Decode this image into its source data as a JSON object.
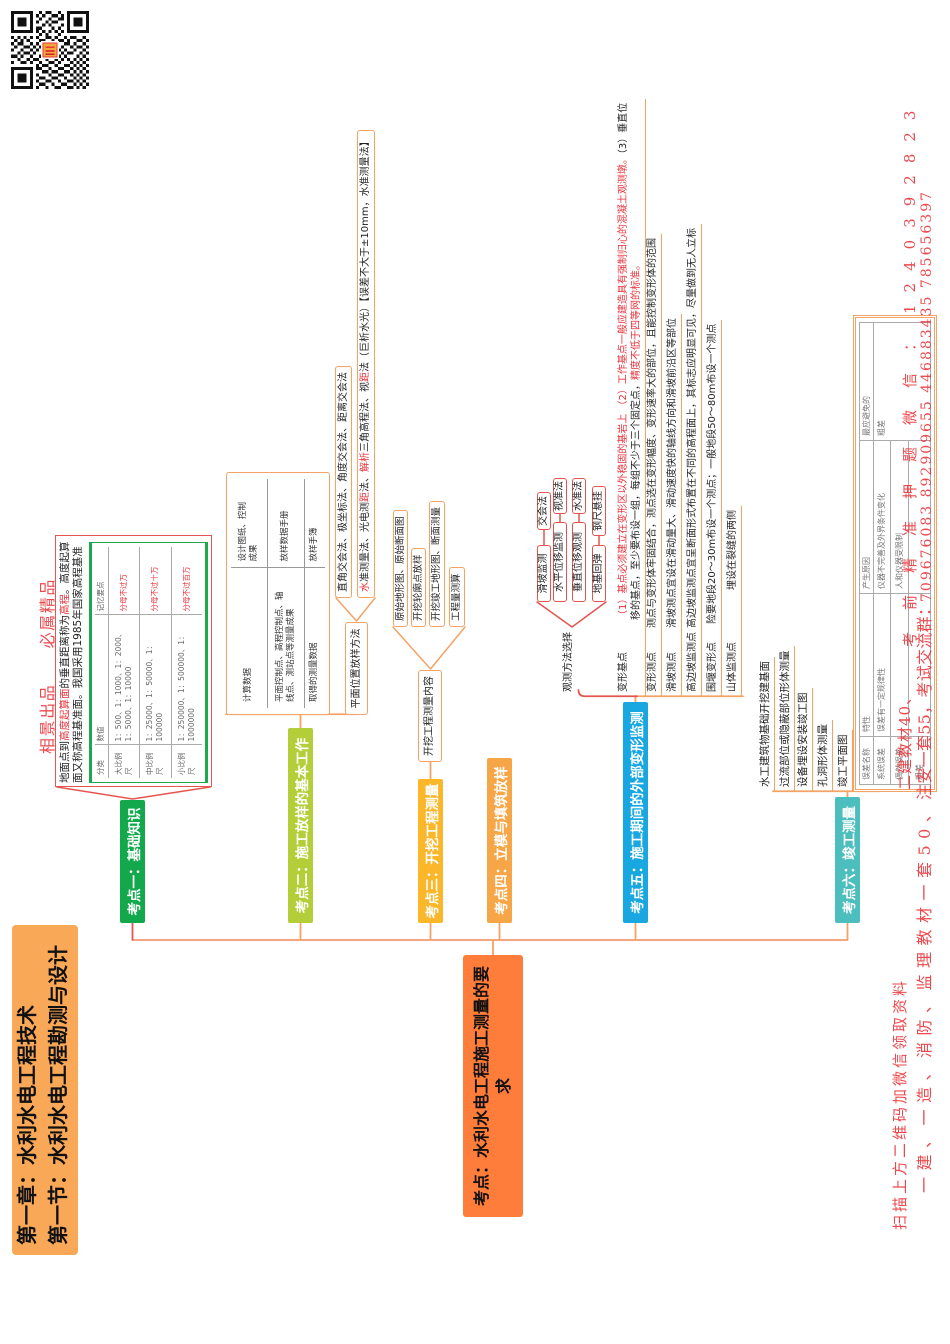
{
  "colors": {
    "title": "#F9A857",
    "central": "#FF7D3B",
    "point1": "#14A84C",
    "point2": "#B4CE3A",
    "point3": "#FBB629",
    "point4": "#F7A647",
    "point5": "#19A7E1",
    "point6": "#4DBEBE",
    "connector_orange": "#F5A265",
    "connector_red": "#E5554F",
    "highlight_red": "#E8313A",
    "table_green": "#1EA84E",
    "watermark_red": "#EA3A40"
  },
  "title": {
    "chapter": "第一章：水利水电工程技术",
    "section": "第一节：水利水电工程勘测与设计"
  },
  "central_topic": "考点：水利水电工程施工测量的要求",
  "point1": {
    "label": "考点一：基础知识",
    "note": {
      "t1": "地面点到",
      "h1": "高度起算面",
      "t2": "的垂直距离称为",
      "h2": "高程",
      "t3": "。高度起算面又称高程基准面。我国采用1985年国家高程基准"
    },
    "scale_table": {
      "headers": [
        "分类",
        "数值",
        "记忆要点"
      ],
      "rows": [
        {
          "category": "大比例尺",
          "values": "1：500、1：1000、1：2000、1：5000、1：10000",
          "mnemonic": "分母不过万"
        },
        {
          "category": "中比例尺",
          "values": "1：25000、1：50000、1：100000",
          "mnemonic": "分母不过十万"
        },
        {
          "category": "小比例尺",
          "values": "1：250000、1：500000、1：1000000",
          "mnemonic": "分母不过百万"
        }
      ]
    }
  },
  "point2": {
    "label": "考点二：施工放样的基本工作",
    "data_table": {
      "rows": [
        [
          "计算数据",
          "设计图纸、控制成果"
        ],
        [
          "平面控制点、高程控制点、轴线点、测站点等测量成果",
          "放样数据手册"
        ],
        [
          "取得的测量数据",
          "放样手簿"
        ]
      ]
    },
    "method_topic": "平面位置放样方法",
    "plane_methods": "直角交会法、极坐标法、角度交会法、距离交会法",
    "elevation_methods": {
      "s1": "水",
      "s2": "准测量法、光电测",
      "s3": "距",
      "s4": "法、",
      "s5": "解析",
      "s6": "三角高程法、视",
      "s7": "距",
      "s8": "法（巨析水光）【误差不大于±10mm，水准测量法】"
    }
  },
  "point3": {
    "label": "考点三：开挖工程测量",
    "topic": "开挖工程测量内容",
    "children": [
      "原始地形图、原始断面图",
      "开挖轮廓点放样",
      "开挖竣工地形图、断面测量",
      "工程量测算"
    ]
  },
  "point4": {
    "label": "考点四：立模与填筑放样"
  },
  "point5": {
    "label": "考点五：施工期间的外部变形监测",
    "method_topic": "观测方法选择",
    "methods": [
      {
        "item": "滑坡监测",
        "method": "交会法"
      },
      {
        "item": "水平位移监测",
        "method": "视准法"
      },
      {
        "item": "垂直位移观测",
        "method": "水准法"
      },
      {
        "item": "地基回弹",
        "method": "钢尺悬挂"
      }
    ],
    "base_point": {
      "label": "变形基点",
      "red1": "（1）基点必须建立在变形区以外稳固的基岩上 （2）工作基点一般应建造具有强制归心的混凝土观测墩。",
      "text1": "（3）垂直位",
      "text2": "移的基点，至少要布设一组，每组不少于三个固定点，",
      "red2": "精度不低于四等网的标准。"
    },
    "points": [
      {
        "label": "变形测点",
        "desc": "测点与变形体牢固结合，测点选在变形幅度、变形速率大的部位，且能控制变形体的范围"
      },
      {
        "label": "滑坡测点",
        "desc": "滑坡测点宜设在滑动量大、滑动速度快的轴线方向和滑坡前沿区等部位"
      },
      {
        "label": "高边坡监测点",
        "desc": "高边坡监测点宜呈断面形式布置在不同的高程面上，其标志应明显可见，尽量做到无人立标"
      },
      {
        "label": "围堰变形点",
        "desc": "险要地段20～30m布设一个测点；一般地段50～80m布设一个测点"
      },
      {
        "label": "山体监测点",
        "desc": "埋设在裂缝的两侧"
      }
    ]
  },
  "point6": {
    "label": "考点六：竣工测量",
    "items": [
      "水工建筑物基础开挖建基面",
      "过流部位或隐蔽部位形体测量",
      "设备埋设安装竣工图",
      "孔洞形体测量",
      "竣工平面图"
    ],
    "error_table": {
      "headers": [
        "误差名称",
        "特性",
        "产生原因",
        "最应避免的"
      ],
      "rows": [
        {
          "name": "系统误差",
          "trait": "误差有一定规律性",
          "cause": "仪器不完善及外界条件变化"
        },
        {
          "name": "偶然误差",
          "trait": "",
          "cause": "人和仪器受限制"
        },
        {
          "name": "粗差",
          "trait": "",
          "cause": ""
        }
      ],
      "avoid_most": "粗差"
    }
  },
  "watermarks": {
    "brand": "相景出品　　必属精品",
    "qr_caption": "扫描上方二维码加微信领取资料",
    "books_a": "一建、一造、消防、监理教材一套50、",
    "books_b": "注安一套55，考试交流群：",
    "group_numbers": "709676083 892909655 446883435 785656397",
    "books_c": "二建教材40、",
    "wechat_label": "考前精准押题微信：",
    "wechat_id": "1240392823"
  }
}
